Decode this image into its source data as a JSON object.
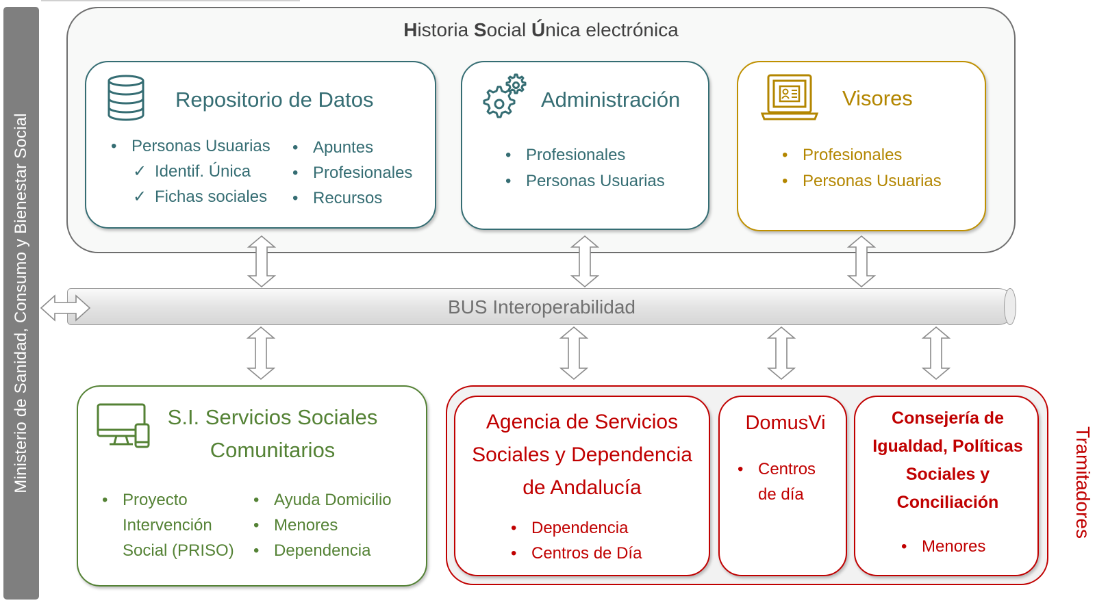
{
  "sidebar": {
    "label": "Ministerio de Sanidad, Consumo y Bienestar Social"
  },
  "hsue": {
    "title_parts": [
      "H",
      "istoria ",
      "S",
      "ocial ",
      "Ú",
      "nica electrónica"
    ]
  },
  "repositorio": {
    "title": "Repositorio de Datos",
    "icon": "database-icon",
    "left_items": [
      "Personas Usuarias"
    ],
    "checks": [
      "Identif. Única",
      "Fichas sociales"
    ],
    "right_items": [
      "Apuntes",
      "Profesionales",
      "Recursos"
    ]
  },
  "administracion": {
    "title": "Administración",
    "icon": "gears-icon",
    "items": [
      "Profesionales",
      "Personas Usuarias"
    ]
  },
  "visores": {
    "title": "Visores",
    "icon": "laptop-id-icon",
    "items": [
      "Profesionales",
      "Personas Usuarias"
    ]
  },
  "bus": {
    "label_bold": "BUS",
    "label_rest": " Interoperabilidad"
  },
  "sis": {
    "title_line1": "S.I. Servicios Sociales",
    "title_line2": "Comunitarios",
    "icon": "devices-icon",
    "left_item": [
      "Proyecto",
      "Intervención",
      "Social (PRISO)"
    ],
    "right_items": [
      "Ayuda Domicilio",
      "Menores",
      "Dependencia"
    ]
  },
  "tramitadores": {
    "label": "Tramitadores",
    "agencia": {
      "title": [
        "Agencia de Servicios",
        "Sociales y Dependencia",
        "de Andalucía"
      ],
      "items": [
        "Dependencia",
        "Centros de Día"
      ]
    },
    "domusvi": {
      "title": "DomusVi",
      "item": [
        "Centros",
        "de día"
      ]
    },
    "consejeria": {
      "title": [
        "Consejería de",
        "Igualdad, Políticas",
        "Sociales y",
        "Conciliación"
      ],
      "items": [
        "Menores"
      ]
    }
  },
  "colors": {
    "teal": "#356d73",
    "gold": "#bf9000",
    "green": "#548235",
    "red": "#c00000",
    "sidebar": "#7f7f7f"
  }
}
